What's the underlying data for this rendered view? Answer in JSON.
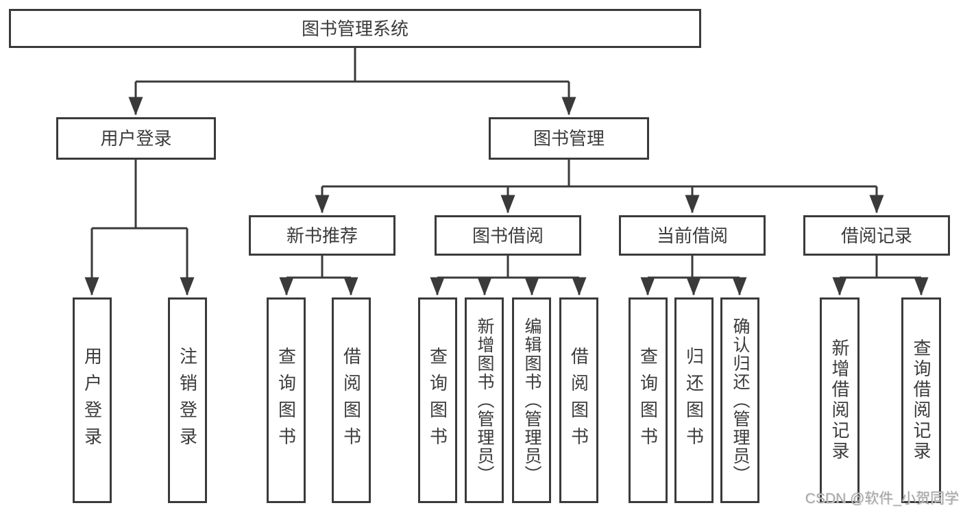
{
  "canvas": {
    "background": "#ffffff",
    "line_color": "#3a3a3a",
    "text_color": "#3b3b3b",
    "watermark_color": "#a6a6a6"
  },
  "watermark": {
    "text": "CSDN @软件_小贺同学"
  },
  "tree": {
    "label": "图书管理系统",
    "children": [
      {
        "label": "用户登录",
        "children": [
          {
            "label": "用户登录"
          },
          {
            "label": "注销登录"
          }
        ]
      },
      {
        "label": "图书管理",
        "children": [
          {
            "label": "新书推荐",
            "children": [
              {
                "label": "查询图书"
              },
              {
                "label": "借阅图书"
              }
            ]
          },
          {
            "label": "图书借阅",
            "children": [
              {
                "label": "查询图书"
              },
              {
                "label": "新增图书（管理员）"
              },
              {
                "label": "编辑图书（管理员）"
              },
              {
                "label": "借阅图书"
              }
            ]
          },
          {
            "label": "当前借阅",
            "children": [
              {
                "label": "查询图书"
              },
              {
                "label": "归还图书"
              },
              {
                "label": "确认归还（管理员）"
              }
            ]
          },
          {
            "label": "借阅记录",
            "children": [
              {
                "label": "新增借阅记录"
              },
              {
                "label": "查询借阅记录"
              }
            ]
          }
        ]
      }
    ]
  }
}
